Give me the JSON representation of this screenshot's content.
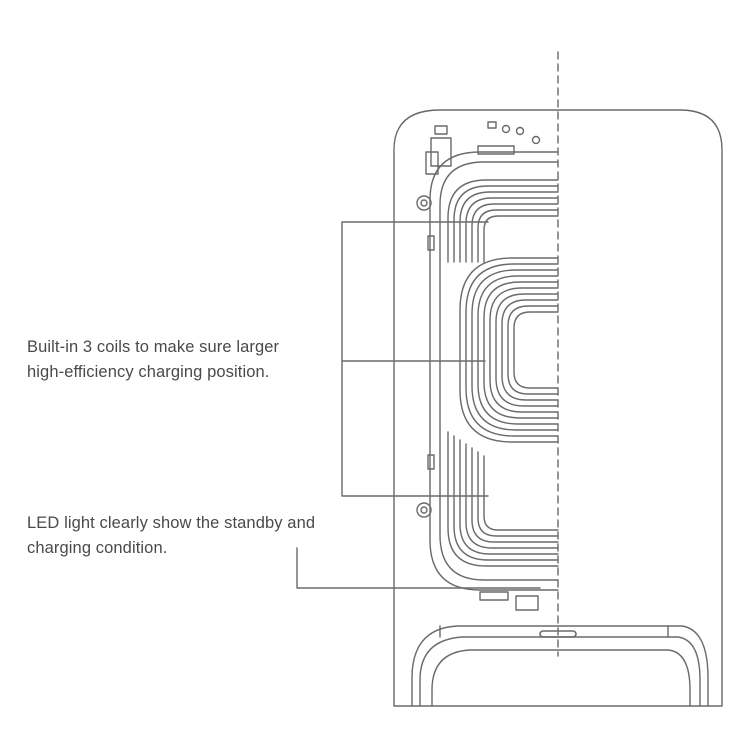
{
  "callouts": {
    "coils": {
      "line1": "Built-in 3 coils to make sure larger",
      "line2": "high-efficiency charging position."
    },
    "led": {
      "line1": "LED light clearly show the standby and",
      "line2": "charging condition."
    }
  },
  "colors": {
    "line": "#6a6a6a",
    "text": "#4a4a4a",
    "background": "#ffffff"
  }
}
